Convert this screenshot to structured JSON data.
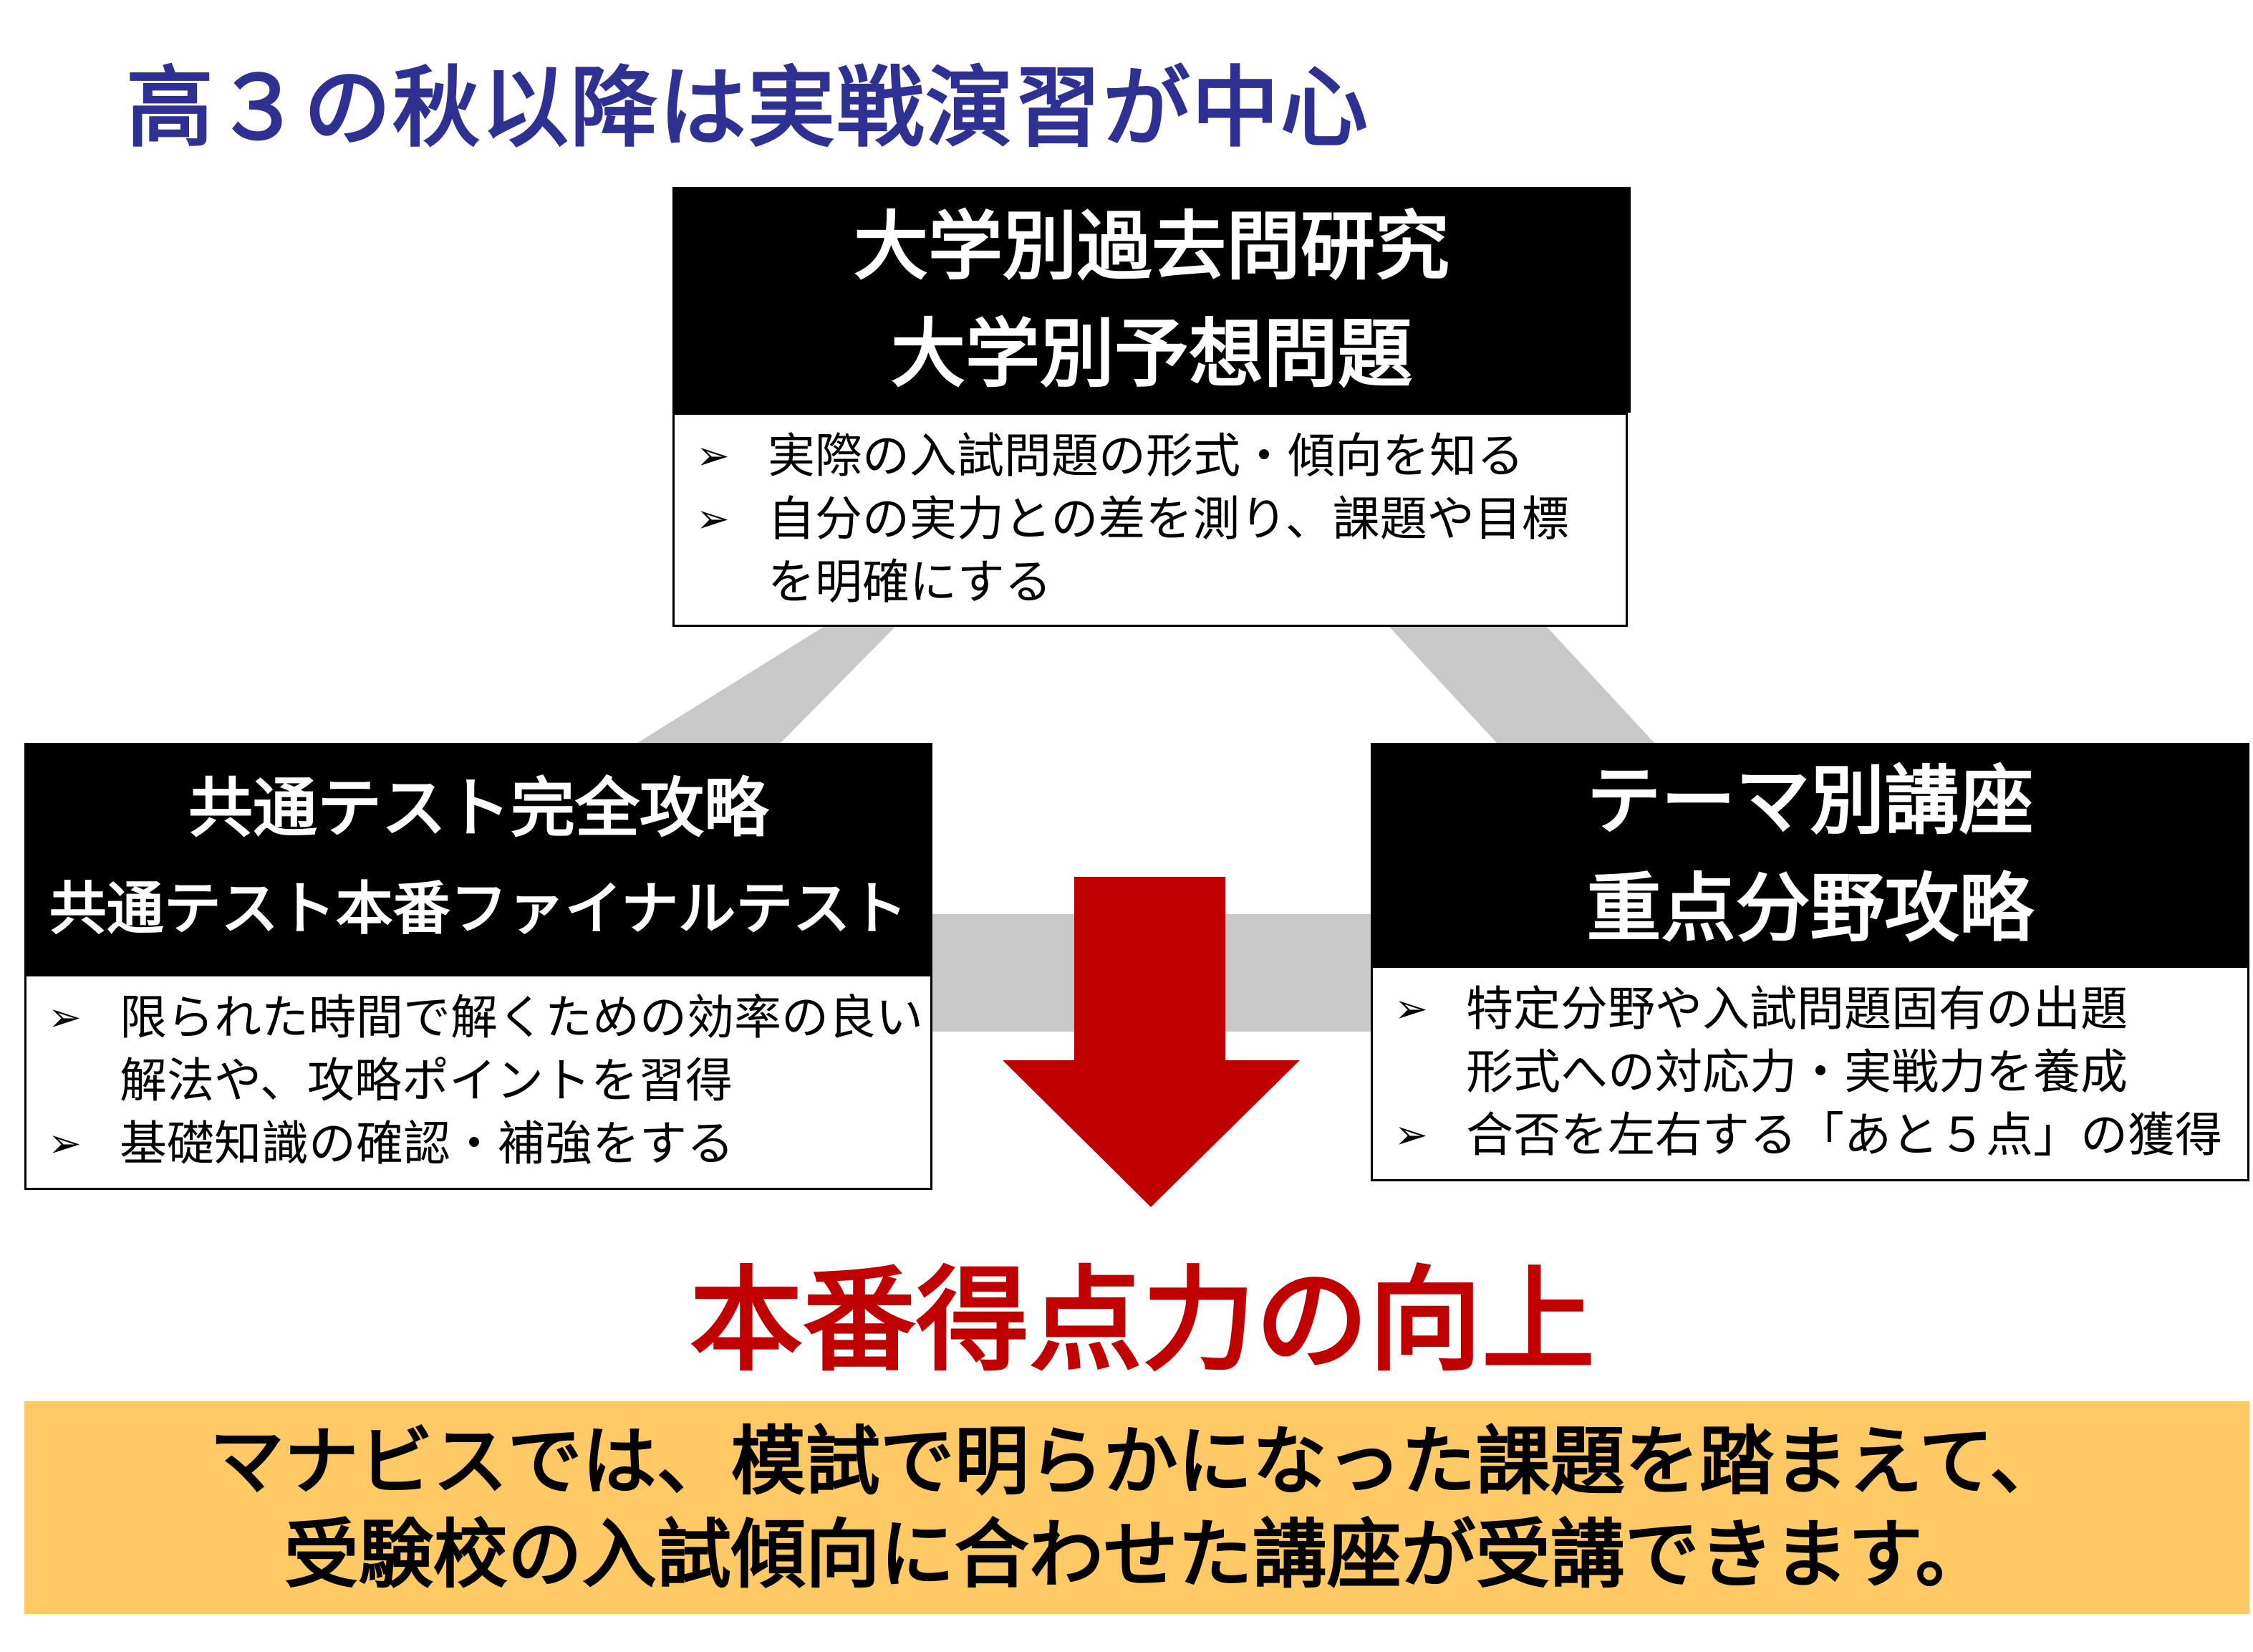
{
  "title": "高３の秋以降は実戦演習が中心",
  "top_box": {
    "headings": [
      "大学別過去問研究",
      "大学別予想問題"
    ],
    "bullets": [
      {
        "lines": [
          "実際の入試問題の形式・傾向を知る"
        ]
      },
      {
        "lines": [
          "自分の実力との差を測り、課題や目標",
          "を明確にする"
        ]
      }
    ]
  },
  "left_box": {
    "headings": [
      "共通テスト完全攻略",
      "共通テスト本番ファイナルテスト"
    ],
    "bullets": [
      {
        "lines": [
          "限られた時間で解くための効率の良い",
          "解法や、攻略ポイントを習得"
        ]
      },
      {
        "lines": [
          "基礎知識の確認・補強をする"
        ]
      }
    ]
  },
  "right_box": {
    "headings": [
      "テーマ別講座",
      "重点分野攻略"
    ],
    "bullets": [
      {
        "lines": [
          "特定分野や入試問題固有の出題",
          "形式への対応力・実戦力を養成"
        ]
      },
      {
        "lines": [
          "合否を左右する「あと５点」の獲得"
        ]
      }
    ]
  },
  "bullet_glyph": "➢",
  "result": "本番得点力の向上",
  "footer": [
    "マナビスでは、模試で明らかになった課題を踏まえて、",
    "受験校の入試傾向に合わせた講座が受講できます。"
  ],
  "colors": {
    "title": "#2e3192",
    "arrow": "#c00000",
    "connector": "#c8c8c8",
    "band": "#ffc966"
  }
}
